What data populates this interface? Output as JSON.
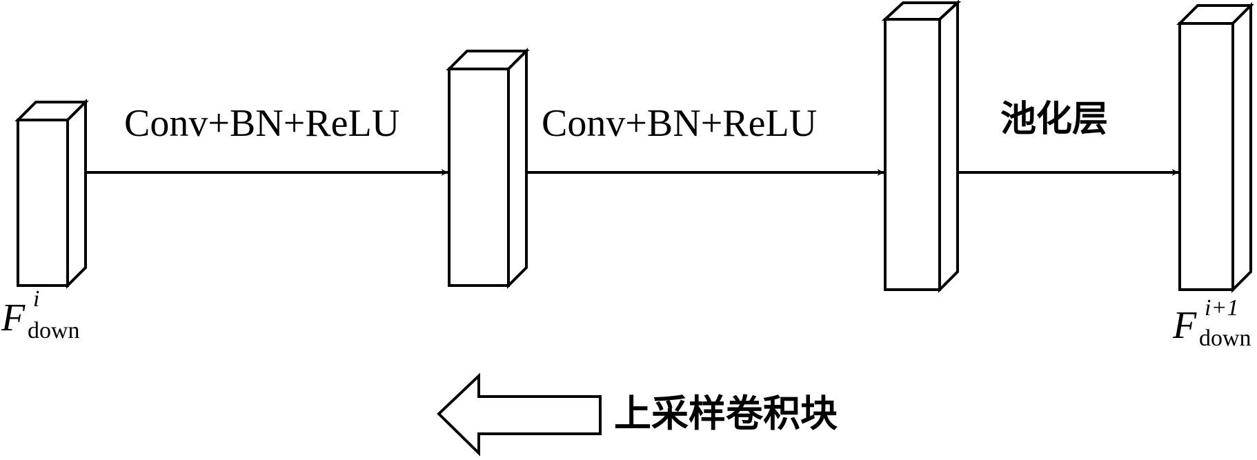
{
  "operations": [
    {
      "label": "Conv+BN+ReLU"
    },
    {
      "label": "Conv+BN+ReLU"
    },
    {
      "label": "池化层"
    }
  ],
  "features": {
    "input": {
      "symbol": "F",
      "superscript": "i",
      "subscript": "down"
    },
    "output": {
      "symbol": "F",
      "superscript": "i+1",
      "subscript": "down"
    }
  },
  "legend": {
    "label": "上采样卷积块"
  },
  "colors": {
    "stroke": "#000000",
    "fill": "#ffffff"
  }
}
